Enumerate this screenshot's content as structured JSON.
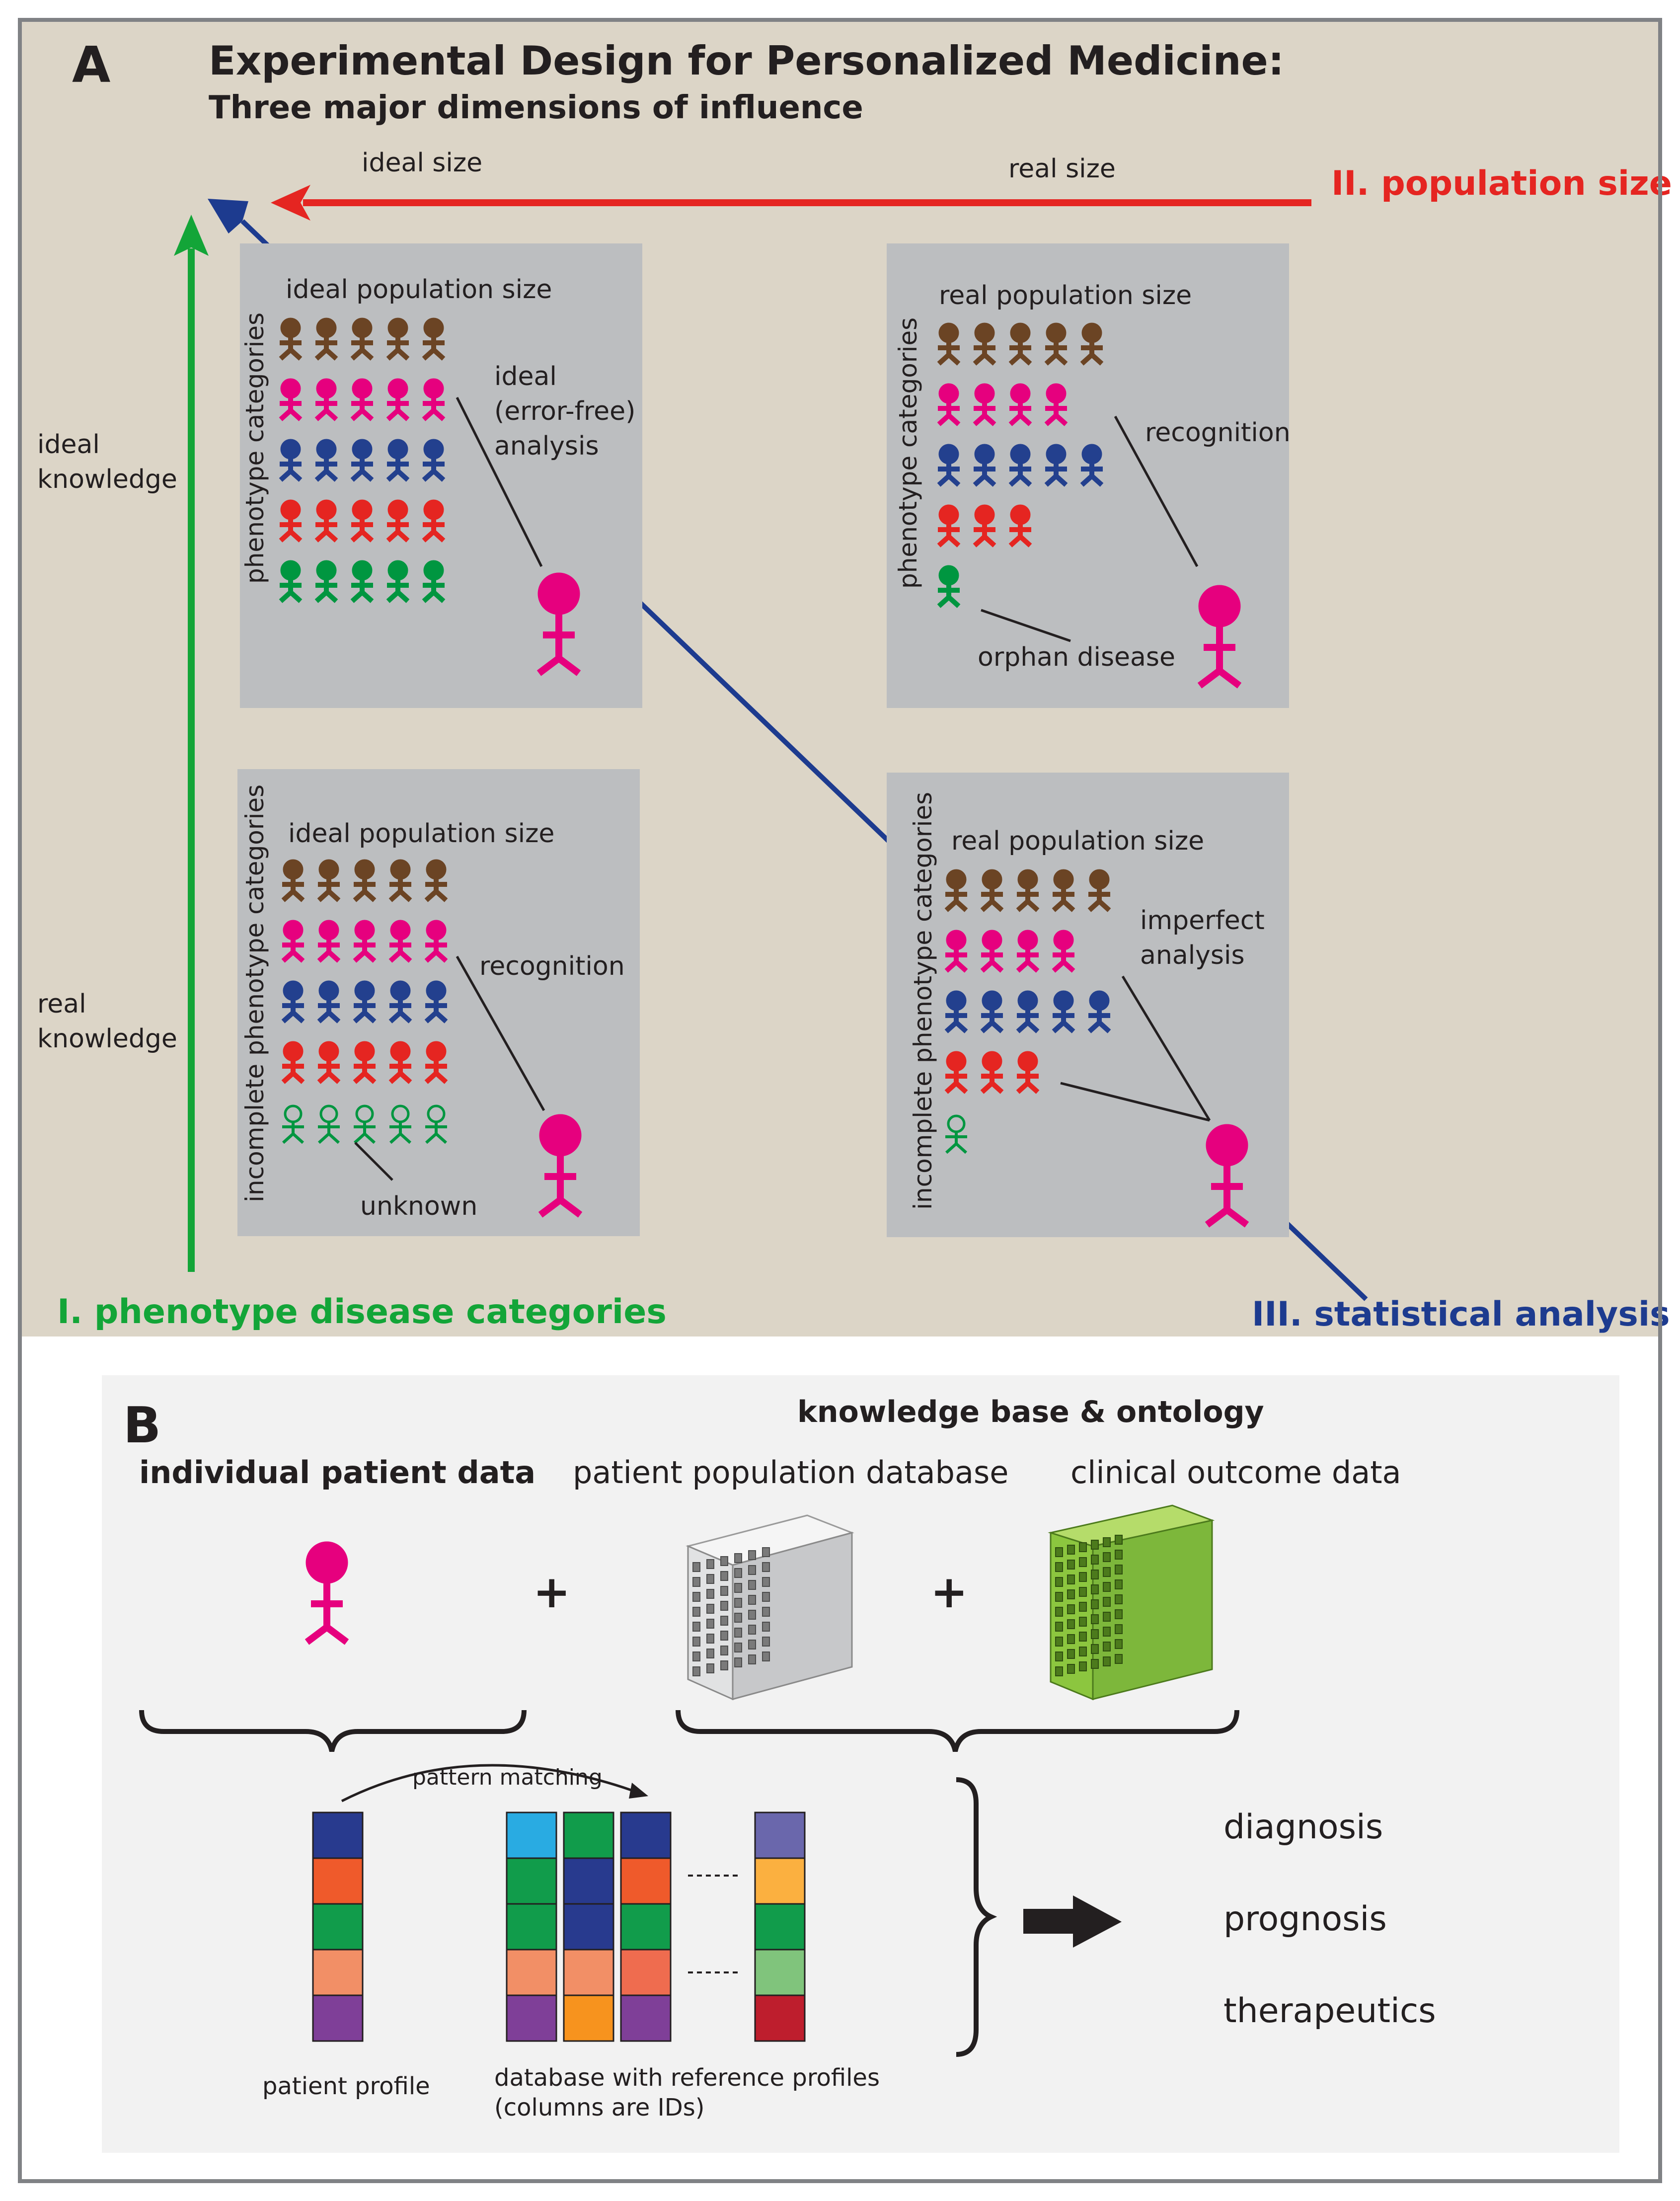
{
  "panel_a": {
    "letter": "A",
    "title": "Experimental Design for Personalized Medicine:",
    "subtitle": "Three major dimensions of influence",
    "axis_population": {
      "ideal_label": "ideal size",
      "real_label": "real size",
      "title": "II. population size"
    },
    "axis_phenotype": {
      "ideal_label_1": "ideal",
      "ideal_label_2": "knowledge",
      "real_label_1": "real",
      "real_label_2": "knowledge",
      "title": "I. phenotype disease categories"
    },
    "axis_statistics": {
      "title": "III. statistical analysis"
    },
    "boxes": {
      "top_left": {
        "header": "ideal population size",
        "side": "phenotype categories",
        "note_1": "ideal",
        "note_2": "(error-free)",
        "note_3": "analysis"
      },
      "top_right": {
        "header": "real population size",
        "side": "phenotype categories",
        "note_1": "recognition",
        "orphan": "orphan disease"
      },
      "bottom_left": {
        "header": "ideal population size",
        "side": "incomplete phenotype categories",
        "note_1": "recognition",
        "unknown": "unknown"
      },
      "bottom_right": {
        "header": "real population size",
        "side": "incomplete phenotype categories",
        "note_1": "imperfect",
        "note_2": "analysis"
      }
    }
  },
  "panel_b": {
    "letter": "B",
    "kb_title": "knowledge base & ontology",
    "individual": "individual patient data",
    "population_db": "patient population database",
    "clinical": "clinical outcome data",
    "plus": "+",
    "pattern": "pattern matching",
    "patient_profile": "patient profile",
    "db_caption_1": "database with reference profiles",
    "db_caption_2": "(columns are IDs)",
    "outcomes": [
      "diagnosis",
      "prognosis",
      "therapeutics"
    ]
  },
  "colors": {
    "background_a": "#dcd5c7",
    "background_b": "#f2f2f2",
    "box": "#bcbec0",
    "brown": "#6b4424",
    "pink": "#e6007e",
    "blue": "#23408e",
    "red": "#e52521",
    "green": "#009640",
    "population_axis": "#e52521",
    "phenotype_axis": "#13a538",
    "statistics_axis": "#1d3b8f"
  },
  "profiles": {
    "patient": [
      "#283a8e",
      "#ef5a2b",
      "#119c4b",
      "#f28f66",
      "#7f3f98"
    ],
    "columns": [
      [
        "#29abe2",
        "#119c4b",
        "#119c4b",
        "#f28f66",
        "#7f3f98"
      ],
      [
        "#119c4b",
        "#283a8e",
        "#283a8e",
        "#f28f66",
        "#f7931e"
      ],
      [
        "#283a8e",
        "#ef5a2b",
        "#119c4b",
        "#ef6c4f",
        "#7f3f98"
      ],
      [
        "#6a67ac",
        "#fbb040",
        "#119c4b",
        "#80c47c",
        "#be1e2d"
      ]
    ]
  }
}
